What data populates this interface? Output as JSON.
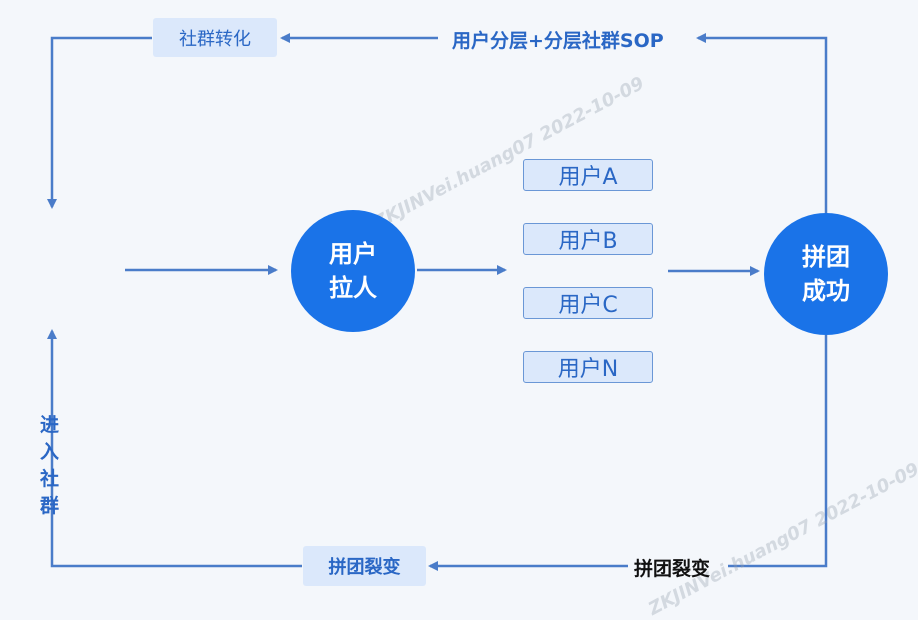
{
  "nodes": {
    "top_left_pill": "社群转化",
    "top_label": "用户分层+分层社群SOP",
    "circle_left": [
      "用户",
      "拉人"
    ],
    "users": [
      "用户A",
      "用户B",
      "用户C",
      "用户N"
    ],
    "circle_right": [
      "拼团",
      "成功"
    ],
    "side_label": [
      "进",
      "入",
      "社",
      "群"
    ],
    "bottom_pill": "拼团裂变",
    "bottom_label": "拼团裂变"
  },
  "watermarks": [
    "ZKJINVei.huang07 2022-10-09",
    "ZKJINVei.huang07 2022-10-09"
  ],
  "colors": {
    "accent": "#1a73e8",
    "line": "#4a7cc9",
    "pill_bg": "#dbe8fb",
    "text_blue": "#2a67c5"
  }
}
